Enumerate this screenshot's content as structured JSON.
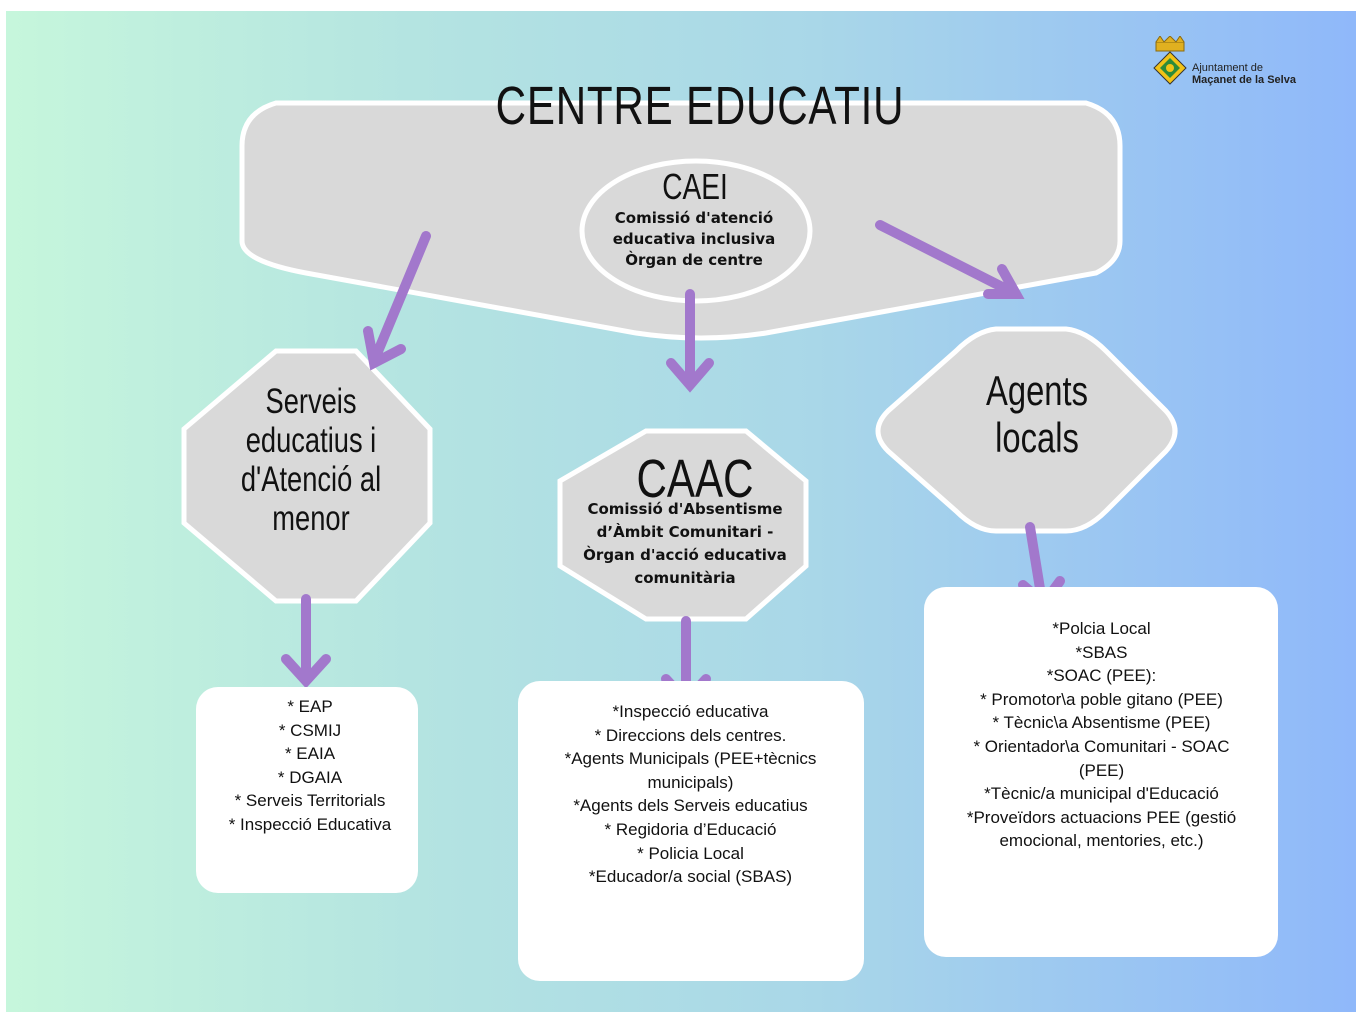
{
  "colors": {
    "background_start": "#c6f6dc",
    "background_end": "#8fb8fa",
    "node_fill": "#d9d9d9",
    "node_border": "#ffffff",
    "arrow": "#a278cc",
    "list_box": "#ffffff"
  },
  "logo": {
    "icon": "municipal-shield-icon",
    "line1": "Ajuntament de",
    "line2": "Maçanet de la Selva"
  },
  "centre": {
    "title": "CENTRE EDUCATIU"
  },
  "caei": {
    "title": "CAEI",
    "subtitle_lines": [
      "Comissió d'atenció",
      "educativa inclusiva",
      "Òrgan de centre"
    ]
  },
  "serveis": {
    "title_lines": [
      "Serveis",
      "educatius i",
      "d'Atenció al",
      "menor"
    ],
    "items": [
      "* EAP",
      "* CSMIJ",
      "* EAIA",
      "* DGAIA",
      "* Serveis Territorials",
      "* Inspecció Educativa"
    ]
  },
  "caac": {
    "title": "CAAC",
    "subtitle_lines": [
      "Comissió d'Absentisme",
      "d’Àmbit Comunitari -",
      "Òrgan d'acció educativa",
      "comunitària"
    ],
    "items": [
      "*Inspecció educativa",
      "* Direccions dels centres.",
      "*Agents Municipals (PEE+tècnics",
      "municipals)",
      "*Agents dels Serveis educatius",
      "* Regidoria d’Educació",
      "* Policia Local",
      "*Educador/a social (SBAS)"
    ]
  },
  "agents": {
    "title_lines": [
      "Agents",
      "locals"
    ],
    "items": [
      "*Polcia Local",
      "*SBAS",
      "*SOAC (PEE):",
      "* Promotor\\a poble gitano (PEE)",
      "* Tècnic\\a Absentisme (PEE)",
      "* Orientador\\a  Comunitari - SOAC",
      "(PEE)",
      "*Tècnic/a municipal d'Educació",
      "*Proveïdors actuacions PEE (gestió",
      "emocional, mentories, etc.)"
    ]
  }
}
